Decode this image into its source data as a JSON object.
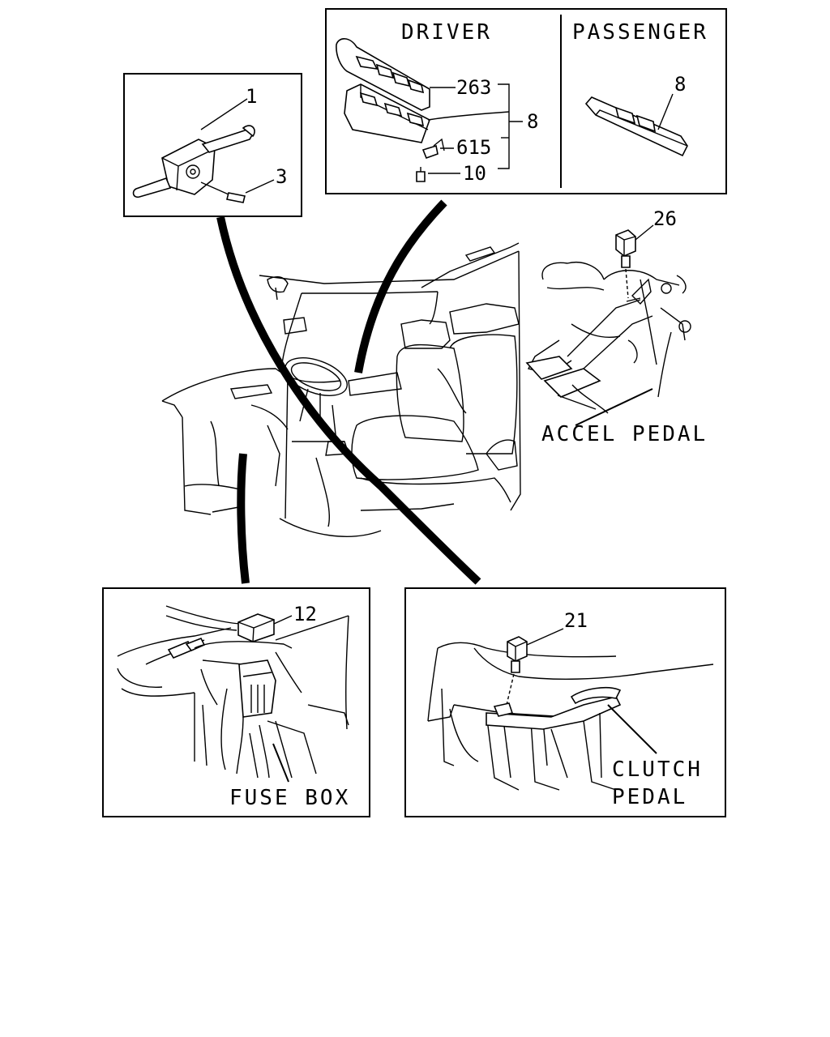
{
  "callouts": {
    "combination_switch": "1",
    "screw": "3",
    "driver_switch_cover": "263",
    "switch_assembly": "8",
    "clip": "615",
    "bolt": "10",
    "passenger_switch": "8",
    "accel_pedal_switch": "26",
    "fuse_box_relay": "12",
    "clutch_pedal_switch": "21"
  },
  "labels": {
    "driver": "DRIVER",
    "passenger": "PASSENGER",
    "accel_pedal": "ACCEL PEDAL",
    "fuse_box": "FUSE BOX",
    "clutch_line1": "CLUTCH",
    "clutch_line2": "PEDAL"
  }
}
